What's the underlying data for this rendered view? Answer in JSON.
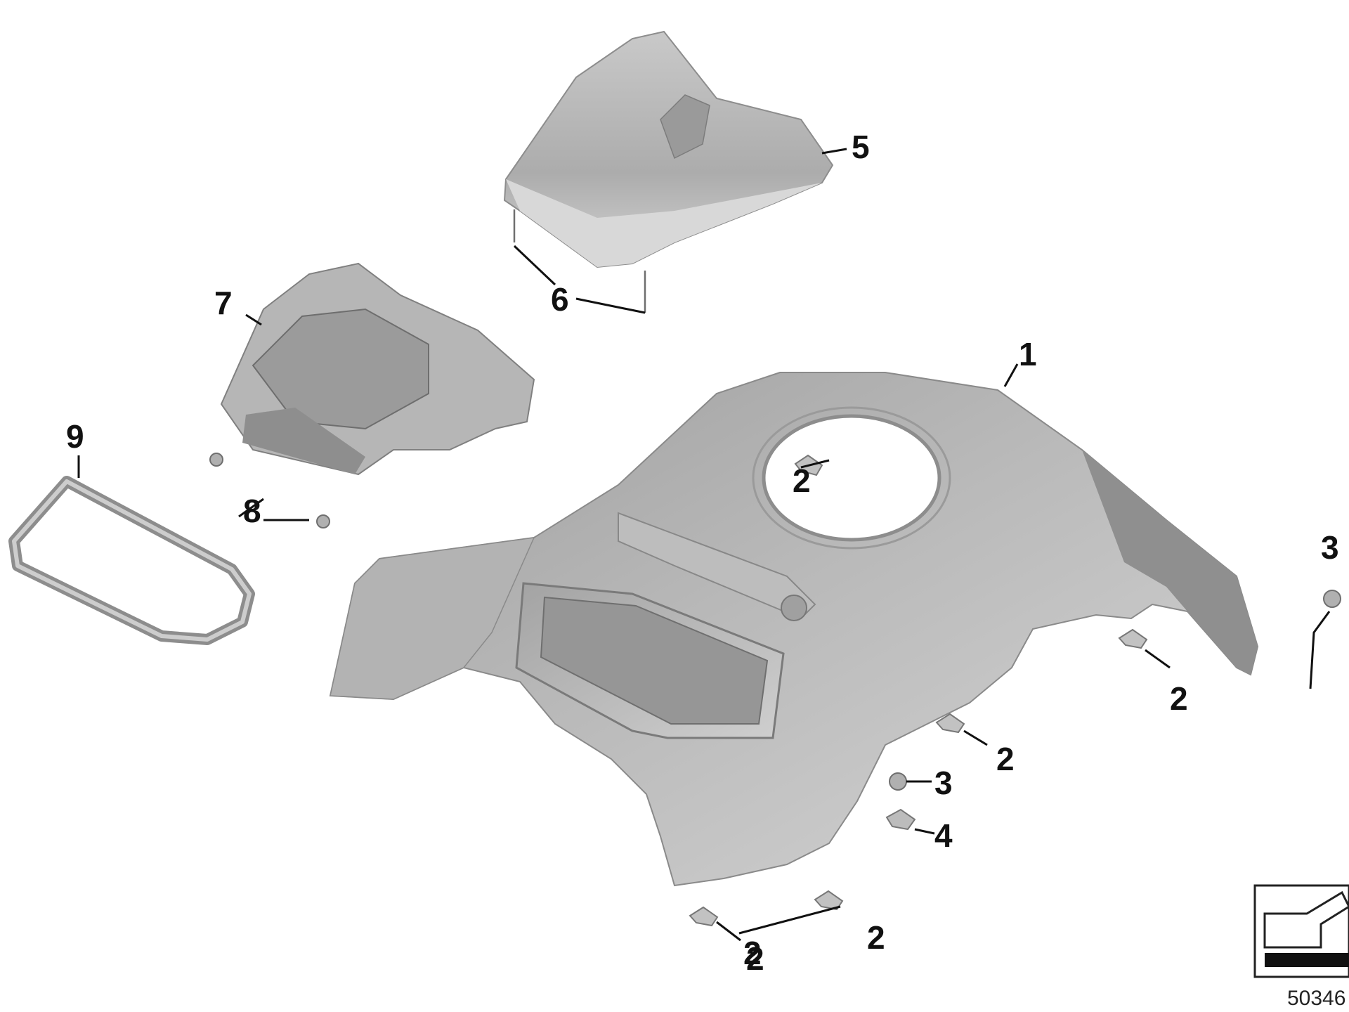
{
  "diagram": {
    "callouts": [
      {
        "id": "c1",
        "label": "1"
      },
      {
        "id": "c2a",
        "label": "2"
      },
      {
        "id": "c2b",
        "label": "2"
      },
      {
        "id": "c2c",
        "label": "2"
      },
      {
        "id": "c2d",
        "label": "2"
      },
      {
        "id": "c2e",
        "label": "2"
      },
      {
        "id": "c2f",
        "label": "2"
      },
      {
        "id": "c3a",
        "label": "3"
      },
      {
        "id": "c3b",
        "label": "3"
      },
      {
        "id": "c4a",
        "label": "4"
      },
      {
        "id": "c5",
        "label": "5"
      },
      {
        "id": "c6",
        "label": "6"
      },
      {
        "id": "c7",
        "label": "7"
      },
      {
        "id": "c8",
        "label": "8"
      },
      {
        "id": "c9",
        "label": "9"
      }
    ],
    "doc_number": "50346",
    "colors": {
      "part_fill": "#a7a7a7",
      "part_light": "#d9d9d9",
      "part_dark": "#7e7e7e",
      "ink": "#111111"
    }
  }
}
